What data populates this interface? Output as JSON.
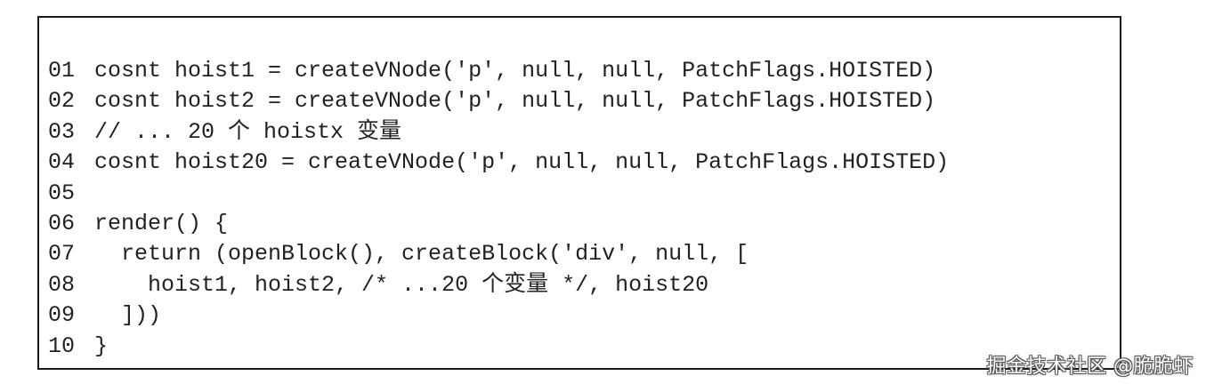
{
  "code": {
    "lines": [
      {
        "number": "01",
        "text": "cosnt hoist1 = createVNode('p', null, null, PatchFlags.HOISTED)"
      },
      {
        "number": "02",
        "text": "cosnt hoist2 = createVNode('p', null, null, PatchFlags.HOISTED)"
      },
      {
        "number": "03",
        "text": "// ... 20 个 hoistx 变量"
      },
      {
        "number": "04",
        "text": "cosnt hoist20 = createVNode('p', null, null, PatchFlags.HOISTED)"
      },
      {
        "number": "05",
        "text": ""
      },
      {
        "number": "06",
        "text": "render() {"
      },
      {
        "number": "07",
        "text": "  return (openBlock(), createBlock('div', null, ["
      },
      {
        "number": "08",
        "text": "    hoist1, hoist2, /* ...20 个变量 */, hoist20"
      },
      {
        "number": "09",
        "text": "  ]))"
      },
      {
        "number": "10",
        "text": "}"
      }
    ]
  },
  "watermark": {
    "text": "掘金技术社区 @脆脆虾"
  }
}
